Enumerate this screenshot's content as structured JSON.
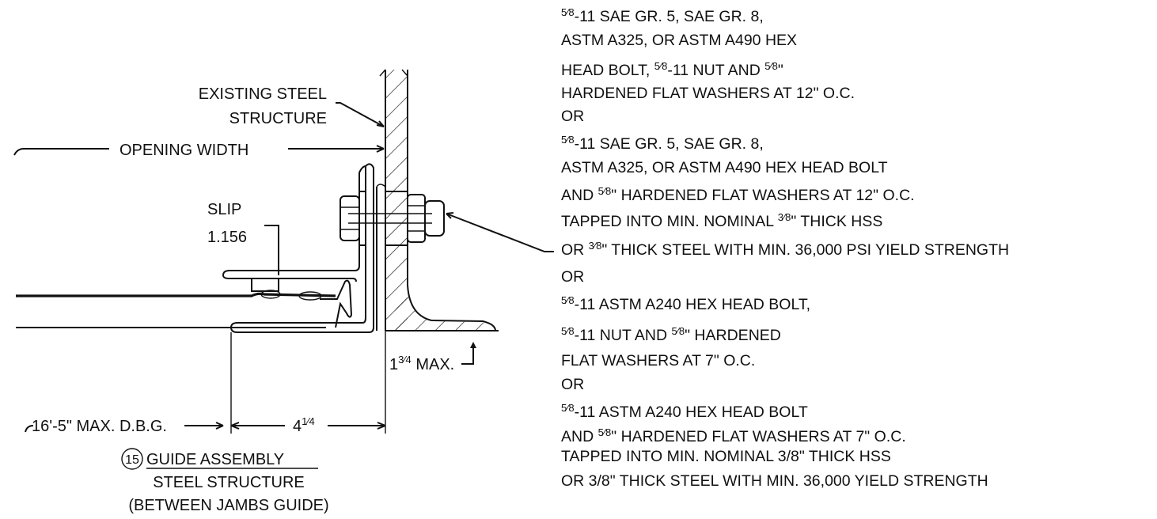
{
  "labels": {
    "existing_line1": "EXISTING STEEL",
    "existing_line2": "STRUCTURE",
    "opening_width": "OPENING WIDTH",
    "slip_label": "SLIP",
    "slip_value": "1.156",
    "max_pre": "1",
    "max_frac": "3⁄4",
    "max_post": " MAX.",
    "dbg": "16'-5\" MAX. D.B.G.",
    "dim_pre": "4",
    "dim_frac": "1⁄4"
  },
  "title": {
    "number": "15",
    "line1": "GUIDE ASSEMBLY",
    "line2": "STEEL STRUCTURE",
    "line3": "(BETWEEN JAMBS GUIDE)"
  },
  "notes": [
    {
      "frac": "5⁄8",
      "text": "-11 SAE GR. 5, SAE GR. 8,"
    },
    {
      "text": "ASTM A325, OR ASTM A490 HEX"
    },
    {
      "pre": "HEAD BOLT, ",
      "frac": "5⁄8",
      "mid": "-11 NUT AND ",
      "frac2": "5⁄8",
      "post": "\""
    },
    {
      "text": "HARDENED FLAT WASHERS AT 12\" O.C."
    },
    {
      "text": "OR"
    },
    {
      "frac": "5⁄8",
      "text": "-11 SAE GR. 5, SAE GR. 8,"
    },
    {
      "text": "ASTM A325, OR ASTM A490 HEX HEAD BOLT"
    },
    {
      "pre": "AND ",
      "frac": "5⁄8",
      "post": "\" HARDENED FLAT WASHERS AT 12\" O.C."
    },
    {
      "pre": "TAPPED INTO MIN. NOMINAL ",
      "frac": "3⁄8",
      "post": "\" THICK HSS"
    },
    {
      "pre": "OR ",
      "frac": "3⁄8",
      "post": "\" THICK STEEL WITH MIN. 36,000 PSI YIELD STRENGTH"
    },
    {
      "text": "OR"
    },
    {
      "frac": "5⁄8",
      "text": "-11 ASTM A240 HEX HEAD BOLT,"
    },
    {
      "frac": "5⁄8",
      "mid": "-11 NUT AND ",
      "frac2": "5⁄8",
      "post": "\" HARDENED"
    },
    {
      "text": "FLAT WASHERS AT 7\" O.C."
    },
    {
      "text": "OR"
    },
    {
      "frac": "5⁄8",
      "text": "-11 ASTM A240 HEX HEAD BOLT"
    },
    {
      "pre": "AND ",
      "frac": "5⁄8",
      "post": "\" HARDENED FLAT WASHERS AT 7\" O.C."
    },
    {
      "text": "TAPPED INTO MIN. NOMINAL 3/8\" THICK HSS"
    },
    {
      "text": "OR 3/8\" THICK STEEL WITH MIN. 36,000 YIELD STRENGTH"
    }
  ]
}
